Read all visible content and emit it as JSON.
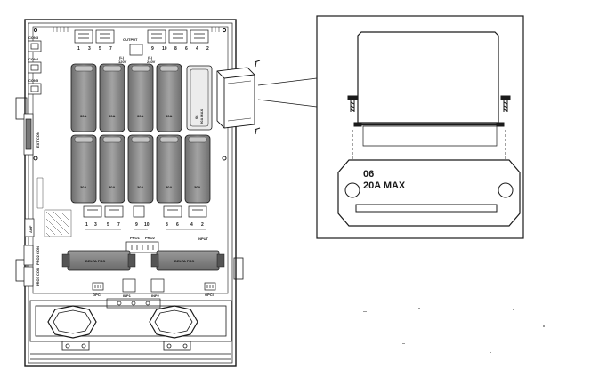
{
  "panel": {
    "left_ports": [
      "CON3",
      "CON4",
      "CON5"
    ],
    "side_labels": [
      "EXT CON",
      "PRO2 CON",
      "PRO3 CON",
      "AOF"
    ],
    "output": {
      "title": "OUTPUT",
      "numbers": [
        "1",
        "3",
        "5",
        "7",
        "9",
        "10",
        "8",
        "6",
        "4",
        "2"
      ],
      "center_left": [
        "(L)",
        "120V"
      ],
      "center_right": [
        "(L)",
        "240V"
      ]
    },
    "breaker_rating": "30A",
    "top_breaker_count": 4,
    "bottom_breaker_count": 5,
    "highlight_breaker": [
      "06",
      "20A MAX"
    ],
    "input": {
      "title": "INPUT",
      "numbers": [
        "1",
        "3",
        "5",
        "7",
        "9",
        "10",
        "8",
        "6",
        "4",
        "2"
      ],
      "pro_labels": [
        "PRO1",
        "PRO2"
      ]
    },
    "modules": [
      "DELTA PRO",
      "DELTA PRO"
    ],
    "bottom_labels": [
      "GPCI",
      "INP1",
      "INP2",
      "GPCI"
    ]
  },
  "detail": {
    "circuit_number": "06",
    "rating": "20A MAX"
  },
  "colors": {
    "line": "#1a1a1a",
    "breaker_fill": "#8c8c8c",
    "breaker_light": "#b8b8b8",
    "background": "#ffffff"
  }
}
